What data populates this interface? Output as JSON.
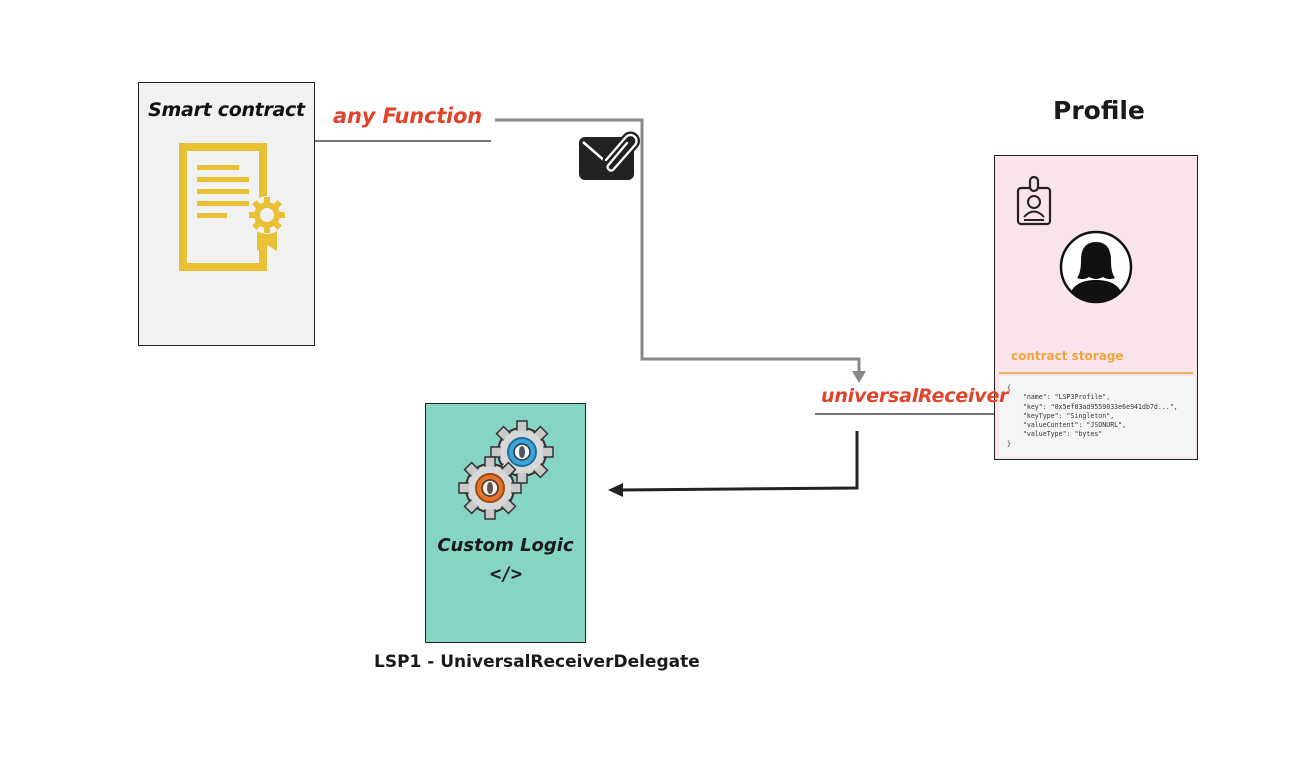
{
  "diagram": {
    "smart_contract": {
      "title": "Smart contract",
      "icon": "certificate-icon"
    },
    "function_call": {
      "label": "any Function",
      "icon": "envelope-attachment-icon"
    },
    "profile": {
      "title": "Profile",
      "icons": [
        "id-badge-icon",
        "user-avatar-icon"
      ],
      "storage_label": "contract storage",
      "storage_code": "{\n    \"name\": \"LSP3Profile\",\n    \"key\": \"0x5ef83ad9559033e6e941db7d...\",\n    \"keyType\": \"Singleton\",\n    \"valueContent\": \"JSONURL\",\n    \"valueType\": \"bytes\"\n}"
    },
    "receiver": {
      "label": "universalReceiver"
    },
    "delegate": {
      "title": "Custom Logic",
      "code_symbol": "</>",
      "icon": "gears-icon",
      "caption": "LSP1 - UniversalReceiverDelegate"
    },
    "colors": {
      "function_label": "#e0452c",
      "smart_contract_bg": "#f1f1f1",
      "certificate": "#e8c234",
      "profile_bg": "#fae4ec",
      "storage_accent": "#f0a43c",
      "delegate_bg": "#86d4c4",
      "gear_orange": "#e8742a",
      "gear_blue": "#3aa6dc",
      "connector_gray": "#888888"
    }
  }
}
